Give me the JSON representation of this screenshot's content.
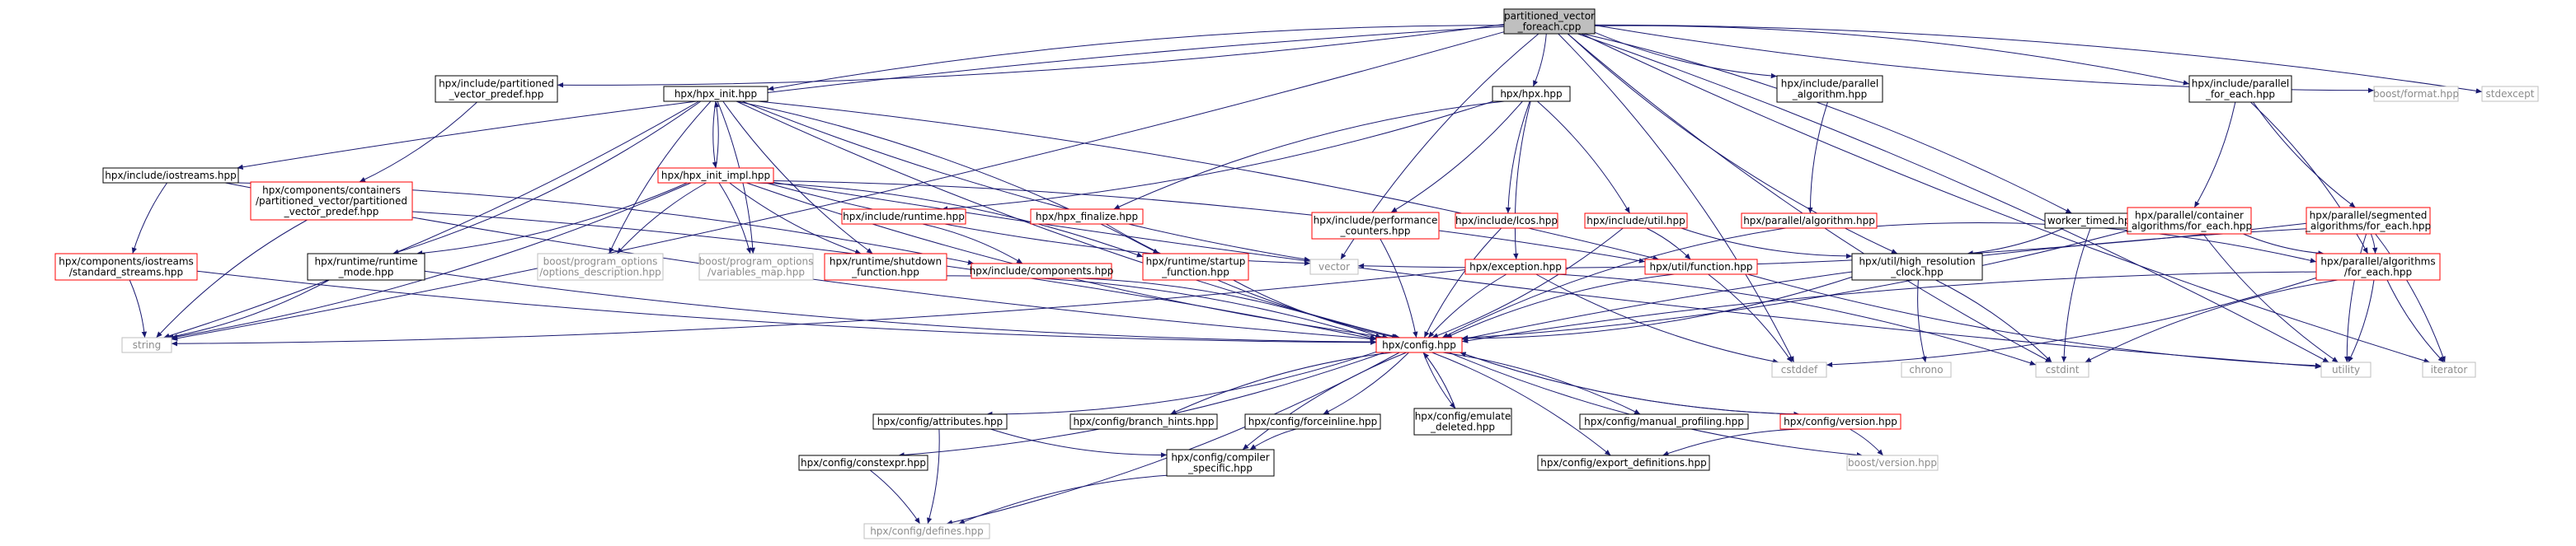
{
  "colors": {
    "edge": "#191970",
    "root_fill": "#bfbfbf",
    "red_border": "#ff0000",
    "black_border": "#000000",
    "grey_border": "#bfbfbf",
    "grey_text": "#8c8c8c"
  },
  "nodes": [
    {
      "id": "root",
      "label": "partitioned_vector\n_foreach.cpp",
      "style": "root"
    },
    {
      "id": "pvpredef_inc",
      "label": "hpx/include/partitioned\n_vector_predef.hpp",
      "style": "black"
    },
    {
      "id": "hpx_init",
      "label": "hpx/hpx_init.hpp",
      "style": "black"
    },
    {
      "id": "hpx_hpp",
      "label": "hpx/hpx.hpp",
      "style": "black"
    },
    {
      "id": "par_alg_inc",
      "label": "hpx/include/parallel\n_algorithm.hpp",
      "style": "black"
    },
    {
      "id": "par_foreach_inc",
      "label": "hpx/include/parallel\n_for_each.hpp",
      "style": "black"
    },
    {
      "id": "boost_format",
      "label": "boost/format.hpp",
      "style": "grey"
    },
    {
      "id": "stdexcept",
      "label": "stdexcept",
      "style": "grey"
    },
    {
      "id": "iostreams_inc",
      "label": "hpx/include/iostreams.hpp",
      "style": "black"
    },
    {
      "id": "pvpredef_comp",
      "label": "hpx/components/containers\n/partitioned_vector/partitioned\n_vector_predef.hpp",
      "style": "red"
    },
    {
      "id": "hpx_init_impl",
      "label": "hpx/hpx_init_impl.hpp",
      "style": "red"
    },
    {
      "id": "runtime_inc",
      "label": "hpx/include/runtime.hpp",
      "style": "red"
    },
    {
      "id": "hpx_finalize",
      "label": "hpx/hpx_finalize.hpp",
      "style": "red"
    },
    {
      "id": "perf_counters",
      "label": "hpx/include/performance\n_counters.hpp",
      "style": "red"
    },
    {
      "id": "lcos_inc",
      "label": "hpx/include/lcos.hpp",
      "style": "red"
    },
    {
      "id": "util_inc",
      "label": "hpx/include/util.hpp",
      "style": "red"
    },
    {
      "id": "par_alg",
      "label": "hpx/parallel/algorithm.hpp",
      "style": "red"
    },
    {
      "id": "worker_timed",
      "label": "worker_timed.hpp",
      "style": "black"
    },
    {
      "id": "cont_alg_foreach",
      "label": "hpx/parallel/container\n_algorithms/for_each.hpp",
      "style": "red"
    },
    {
      "id": "seg_alg_foreach",
      "label": "hpx/parallel/segmented\n_algorithms/for_each.hpp",
      "style": "red"
    },
    {
      "id": "std_streams",
      "label": "hpx/components/iostreams\n/standard_streams.hpp",
      "style": "red"
    },
    {
      "id": "runtime_mode",
      "label": "hpx/runtime/runtime\n_mode.hpp",
      "style": "black"
    },
    {
      "id": "po_options_desc",
      "label": "boost/program_options\n/options_description.hpp",
      "style": "grey"
    },
    {
      "id": "po_vmap",
      "label": "boost/program_options\n/variables_map.hpp",
      "style": "grey"
    },
    {
      "id": "shutdown_fn",
      "label": "hpx/runtime/shutdown\n_function.hpp",
      "style": "red"
    },
    {
      "id": "components_inc",
      "label": "hpx/include/components.hpp",
      "style": "red"
    },
    {
      "id": "startup_fn",
      "label": "hpx/runtime/startup\n_function.hpp",
      "style": "red"
    },
    {
      "id": "vector",
      "label": "vector",
      "style": "grey"
    },
    {
      "id": "exception",
      "label": "hpx/exception.hpp",
      "style": "red"
    },
    {
      "id": "util_function",
      "label": "hpx/util/function.hpp",
      "style": "red"
    },
    {
      "id": "hr_clock",
      "label": "hpx/util/high_resolution\n_clock.hpp",
      "style": "black"
    },
    {
      "id": "alg_foreach",
      "label": "hpx/parallel/algorithms\n/for_each.hpp",
      "style": "red"
    },
    {
      "id": "string",
      "label": "string",
      "style": "grey"
    },
    {
      "id": "config",
      "label": "hpx/config.hpp",
      "style": "red"
    },
    {
      "id": "cstddef",
      "label": "cstddef",
      "style": "grey"
    },
    {
      "id": "chrono",
      "label": "chrono",
      "style": "grey"
    },
    {
      "id": "cstdint",
      "label": "cstdint",
      "style": "grey"
    },
    {
      "id": "utility",
      "label": "utility",
      "style": "grey"
    },
    {
      "id": "iterator",
      "label": "iterator",
      "style": "grey"
    },
    {
      "id": "cfg_attributes",
      "label": "hpx/config/attributes.hpp",
      "style": "black"
    },
    {
      "id": "cfg_branch",
      "label": "hpx/config/branch_hints.hpp",
      "style": "black"
    },
    {
      "id": "cfg_forceinline",
      "label": "hpx/config/forceinline.hpp",
      "style": "black"
    },
    {
      "id": "cfg_emulate",
      "label": "hpx/config/emulate\n_deleted.hpp",
      "style": "black"
    },
    {
      "id": "cfg_profiling",
      "label": "hpx/config/manual_profiling.hpp",
      "style": "black"
    },
    {
      "id": "cfg_version",
      "label": "hpx/config/version.hpp",
      "style": "red"
    },
    {
      "id": "cfg_constexpr",
      "label": "hpx/config/constexpr.hpp",
      "style": "black"
    },
    {
      "id": "cfg_compiler",
      "label": "hpx/config/compiler\n_specific.hpp",
      "style": "black"
    },
    {
      "id": "cfg_export",
      "label": "hpx/config/export_definitions.hpp",
      "style": "black"
    },
    {
      "id": "boost_version",
      "label": "boost/version.hpp",
      "style": "grey"
    },
    {
      "id": "cfg_defines",
      "label": "hpx/config/defines.hpp",
      "style": "grey"
    }
  ],
  "edges": [
    [
      "root",
      "pvpredef_inc"
    ],
    [
      "root",
      "hpx_init"
    ],
    [
      "root",
      "hpx_hpp"
    ],
    [
      "root",
      "par_alg_inc"
    ],
    [
      "root",
      "par_foreach_inc"
    ],
    [
      "root",
      "boost_format"
    ],
    [
      "root",
      "stdexcept"
    ],
    [
      "root",
      "iostreams_inc"
    ],
    [
      "root",
      "string"
    ],
    [
      "root",
      "vector"
    ],
    [
      "root",
      "worker_timed"
    ],
    [
      "root",
      "hr_clock"
    ],
    [
      "root",
      "cstddef"
    ],
    [
      "root",
      "cstdint"
    ],
    [
      "root",
      "utility"
    ],
    [
      "root",
      "iterator"
    ],
    [
      "pvpredef_inc",
      "pvpredef_comp"
    ],
    [
      "pvpredef_comp",
      "string"
    ],
    [
      "pvpredef_comp",
      "config"
    ],
    [
      "hpx_init",
      "hpx_init_impl"
    ],
    [
      "hpx_init",
      "runtime_mode"
    ],
    [
      "hpx_init",
      "po_options_desc"
    ],
    [
      "hpx_init",
      "po_vmap"
    ],
    [
      "hpx_init",
      "shutdown_fn"
    ],
    [
      "hpx_init",
      "startup_fn"
    ],
    [
      "hpx_init",
      "vector"
    ],
    [
      "hpx_init",
      "string"
    ],
    [
      "hpx_init",
      "config"
    ],
    [
      "hpx_init",
      "util_function"
    ],
    [
      "hpx_init_impl",
      "hpx_init"
    ],
    [
      "hpx_init_impl",
      "runtime_mode"
    ],
    [
      "hpx_init_impl",
      "po_options_desc"
    ],
    [
      "hpx_init_impl",
      "po_vmap"
    ],
    [
      "hpx_init_impl",
      "shutdown_fn"
    ],
    [
      "hpx_init_impl",
      "startup_fn"
    ],
    [
      "hpx_init_impl",
      "vector"
    ],
    [
      "hpx_init_impl",
      "string"
    ],
    [
      "hpx_init_impl",
      "config"
    ],
    [
      "hpx_init_impl",
      "util_function"
    ],
    [
      "hpx_init_impl",
      "utility"
    ],
    [
      "hpx_hpp",
      "runtime_inc"
    ],
    [
      "hpx_hpp",
      "hpx_finalize"
    ],
    [
      "hpx_hpp",
      "perf_counters"
    ],
    [
      "hpx_hpp",
      "lcos_inc"
    ],
    [
      "hpx_hpp",
      "util_inc"
    ],
    [
      "hpx_hpp",
      "exception"
    ],
    [
      "runtime_inc",
      "components_inc"
    ],
    [
      "hpx_finalize",
      "config"
    ],
    [
      "perf_counters",
      "config"
    ],
    [
      "lcos_inc",
      "config"
    ],
    [
      "util_inc",
      "util_function"
    ],
    [
      "util_inc",
      "hr_clock"
    ],
    [
      "util_inc",
      "config"
    ],
    [
      "par_alg_inc",
      "par_alg"
    ],
    [
      "par_alg",
      "alg_foreach"
    ],
    [
      "par_alg",
      "config"
    ],
    [
      "par_foreach_inc",
      "cont_alg_foreach"
    ],
    [
      "par_foreach_inc",
      "seg_alg_foreach"
    ],
    [
      "par_foreach_inc",
      "alg_foreach"
    ],
    [
      "cont_alg_foreach",
      "alg_foreach"
    ],
    [
      "cont_alg_foreach",
      "config"
    ],
    [
      "cont_alg_foreach",
      "utility"
    ],
    [
      "seg_alg_foreach",
      "alg_foreach"
    ],
    [
      "seg_alg_foreach",
      "config"
    ],
    [
      "seg_alg_foreach",
      "iterator"
    ],
    [
      "seg_alg_foreach",
      "utility"
    ],
    [
      "seg_alg_foreach",
      "vector"
    ],
    [
      "alg_foreach",
      "config"
    ],
    [
      "alg_foreach",
      "cstddef"
    ],
    [
      "alg_foreach",
      "cstdint"
    ],
    [
      "alg_foreach",
      "utility"
    ],
    [
      "alg_foreach",
      "iterator"
    ],
    [
      "worker_timed",
      "hr_clock"
    ],
    [
      "worker_timed",
      "cstdint"
    ],
    [
      "hr_clock",
      "config"
    ],
    [
      "hr_clock",
      "chrono"
    ],
    [
      "hr_clock",
      "cstdint"
    ],
    [
      "iostreams_inc",
      "std_streams"
    ],
    [
      "iostreams_inc",
      "components_inc"
    ],
    [
      "iostreams_inc",
      "config"
    ],
    [
      "std_streams",
      "string"
    ],
    [
      "std_streams",
      "config"
    ],
    [
      "runtime_mode",
      "string"
    ],
    [
      "runtime_mode",
      "config"
    ],
    [
      "shutdown_fn",
      "config"
    ],
    [
      "startup_fn",
      "config"
    ],
    [
      "components_inc",
      "config"
    ],
    [
      "exception",
      "config"
    ],
    [
      "exception",
      "string"
    ],
    [
      "exception",
      "cstddef"
    ],
    [
      "exception",
      "cstdint"
    ],
    [
      "util_function",
      "config"
    ],
    [
      "util_function",
      "cstddef"
    ],
    [
      "util_function",
      "utility"
    ],
    [
      "config",
      "cfg_attributes"
    ],
    [
      "config",
      "cfg_branch"
    ],
    [
      "config",
      "cfg_forceinline"
    ],
    [
      "config",
      "cfg_emulate"
    ],
    [
      "config",
      "cfg_profiling"
    ],
    [
      "config",
      "cfg_version"
    ],
    [
      "config",
      "cfg_constexpr"
    ],
    [
      "config",
      "cfg_compiler"
    ],
    [
      "config",
      "cfg_export"
    ],
    [
      "config",
      "boost_version"
    ],
    [
      "config",
      "cfg_defines"
    ],
    [
      "cfg_emulate",
      "config"
    ],
    [
      "cfg_version",
      "config"
    ],
    [
      "cfg_version",
      "cfg_export"
    ],
    [
      "cfg_version",
      "boost_version"
    ],
    [
      "cfg_attributes",
      "cfg_compiler"
    ],
    [
      "cfg_attributes",
      "cfg_defines"
    ],
    [
      "cfg_forceinline",
      "cfg_compiler"
    ],
    [
      "cfg_constexpr",
      "cfg_defines"
    ],
    [
      "cfg_compiler",
      "cfg_defines"
    ]
  ]
}
